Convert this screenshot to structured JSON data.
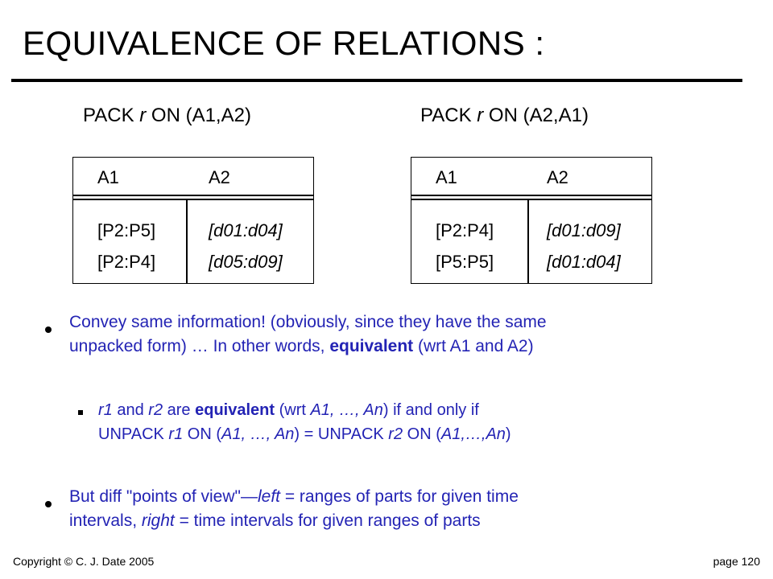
{
  "title": "EQUIVALENCE OF RELATIONS :",
  "left_caption": {
    "pre": "PACK ",
    "var": "r",
    "post": " ON (A1,A2)"
  },
  "right_caption": {
    "pre": "PACK ",
    "var": "r",
    "post": " ON (A2,A1)"
  },
  "left_relation": {
    "headers": [
      "A1",
      "A2"
    ],
    "rows": [
      [
        "[P2:P5]",
        "[d01:d04]"
      ],
      [
        "[P2:P4]",
        "[d05:d09]"
      ]
    ]
  },
  "right_relation": {
    "headers": [
      "A1",
      "A2"
    ],
    "rows": [
      [
        "[P2:P4]",
        "[d01:d09]"
      ],
      [
        "[P5:P5]",
        "[d01:d04]"
      ]
    ]
  },
  "bullet1": {
    "l1": "Convey same information!  (obviously, since they have the same",
    "l2_pre": "unpacked form) … In other words, ",
    "l2_bold": "equivalent",
    "l2_post": " (wrt A1 and A2)"
  },
  "subbullet": {
    "a": "r1",
    "b": " and ",
    "c": "r2",
    "d": " are ",
    "e": "equivalent",
    "f": " (wrt ",
    "g": "A1, …, An",
    "h": ") if and only if",
    "m": "UNPACK ",
    "n": "r1",
    "o": " ON (",
    "p": "A1, …, An",
    "q": ") = UNPACK ",
    "r": "r2",
    "s": " ON (",
    "t": "A1,…,An",
    "u": ")"
  },
  "bullet2": {
    "a": "But diff \"points of view\"—",
    "b": "left",
    "c": " = ranges of parts for given time",
    "d": "intervals, ",
    "e": "right",
    "f": " = time intervals for given ranges of parts"
  },
  "footer": {
    "copyright": "Copyright © C. J. Date 2005",
    "page": "page 120"
  }
}
